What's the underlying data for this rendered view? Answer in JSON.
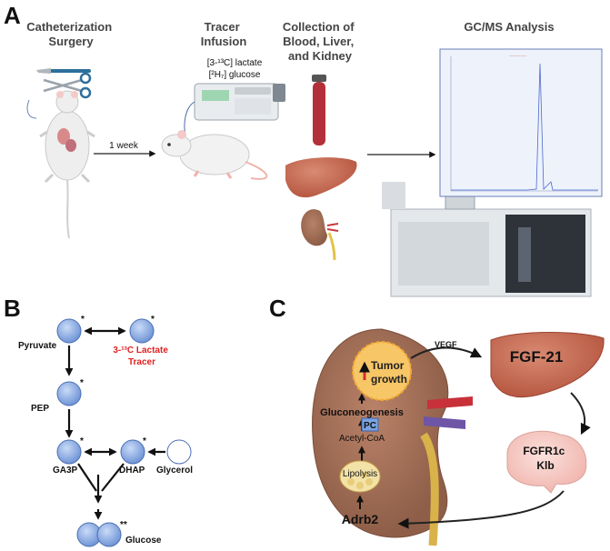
{
  "panels": {
    "a": "A",
    "b": "B",
    "c": "C"
  },
  "panel_a": {
    "step1_title": [
      "Catheterization",
      "Surgery"
    ],
    "step2_title": [
      "Tracer",
      "Infusion"
    ],
    "step3_title": [
      "Collection of",
      "Blood, Liver,",
      "and Kidney"
    ],
    "step4_title": "GC/MS Analysis",
    "tracer_line1": "[3-¹³C] lactate",
    "tracer_line2": "[²H₇] glucose",
    "interval": "1 week"
  },
  "panel_b": {
    "pyruvate": "Pyruvate",
    "lactate_tracer": [
      "3-¹³C Lactate",
      "Tracer"
    ],
    "pep": "PEP",
    "ga3p": "GA3P",
    "dhap": "DHAP",
    "glycerol": "Glycerol",
    "glucose": "Glucose",
    "star": "*",
    "double_star": "**"
  },
  "panel_c": {
    "tumor": [
      "Tumor",
      "growth"
    ],
    "gluconeogenesis": "Gluconeogenesis",
    "pc": "PC",
    "acetyl_coa": "Acetyl-CoA",
    "lipolysis": "Lipolysis",
    "adrb2": "Adrb2",
    "vegf": "VEGF",
    "fgf21": "FGF-21",
    "fgfr1c": [
      "FGFR1c",
      "Klb"
    ]
  },
  "colors": {
    "metabolite": "#8fb0e6",
    "tracer_text": "#e02020",
    "kidney": "#a8735a",
    "liver": "#c96a55",
    "tumor": "#f7c667",
    "pc_box": "#7aa3e0"
  }
}
